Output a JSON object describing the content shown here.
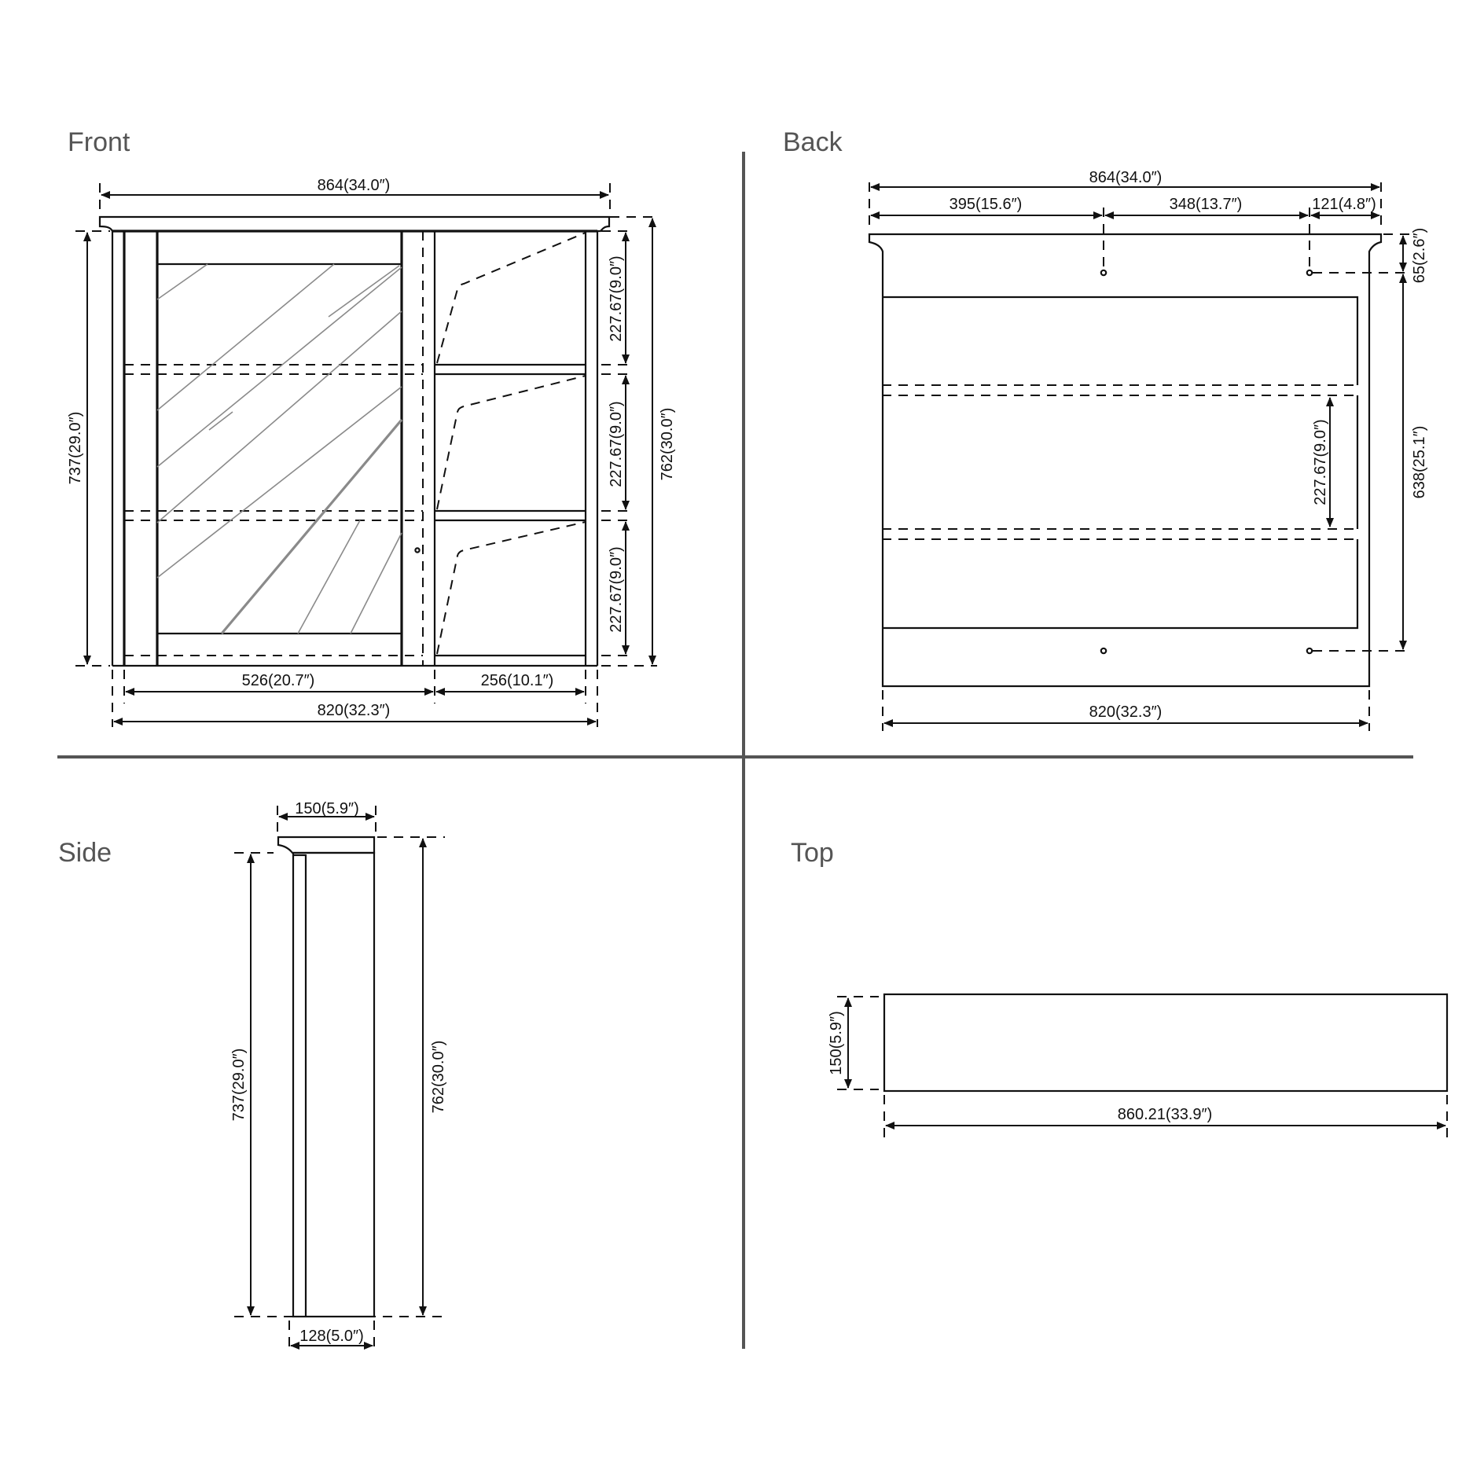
{
  "views": {
    "front": {
      "title": "Front",
      "dims": {
        "overall_width": "864(34.0″)",
        "body_width": "820(32.3″)",
        "door_width": "526(20.7″)",
        "shelf_width": "256(10.1″)",
        "body_height": "737(29.0″)",
        "overall_height": "762(30.0″)",
        "shelf_gap_1": "227.67(9.0″)",
        "shelf_gap_2": "227.67(9.0″)",
        "shelf_gap_3": "227.67(9.0″)"
      }
    },
    "back": {
      "title": "Back",
      "dims": {
        "overall_width": "864(34.0″)",
        "seg_left": "395(15.6″)",
        "seg_mid": "348(13.7″)",
        "seg_right": "121(4.8″)",
        "hole_offset": "65(2.6″)",
        "hole_spacing_vertical": "638(25.1″)",
        "shelf_gap": "227.67(9.0″)",
        "body_width": "820(32.3″)"
      }
    },
    "side": {
      "title": "Side",
      "dims": {
        "top_depth": "150(5.9″)",
        "body_depth": "128(5.0″)",
        "body_height": "737(29.0″)",
        "overall_height": "762(30.0″)"
      }
    },
    "top": {
      "title": "Top",
      "dims": {
        "depth": "150(5.9″)",
        "width": "860.21(33.9″)"
      }
    }
  },
  "colors": {
    "line": "#111111",
    "title": "#555555",
    "divider": "#555555",
    "glass": "#8a8a8a"
  }
}
